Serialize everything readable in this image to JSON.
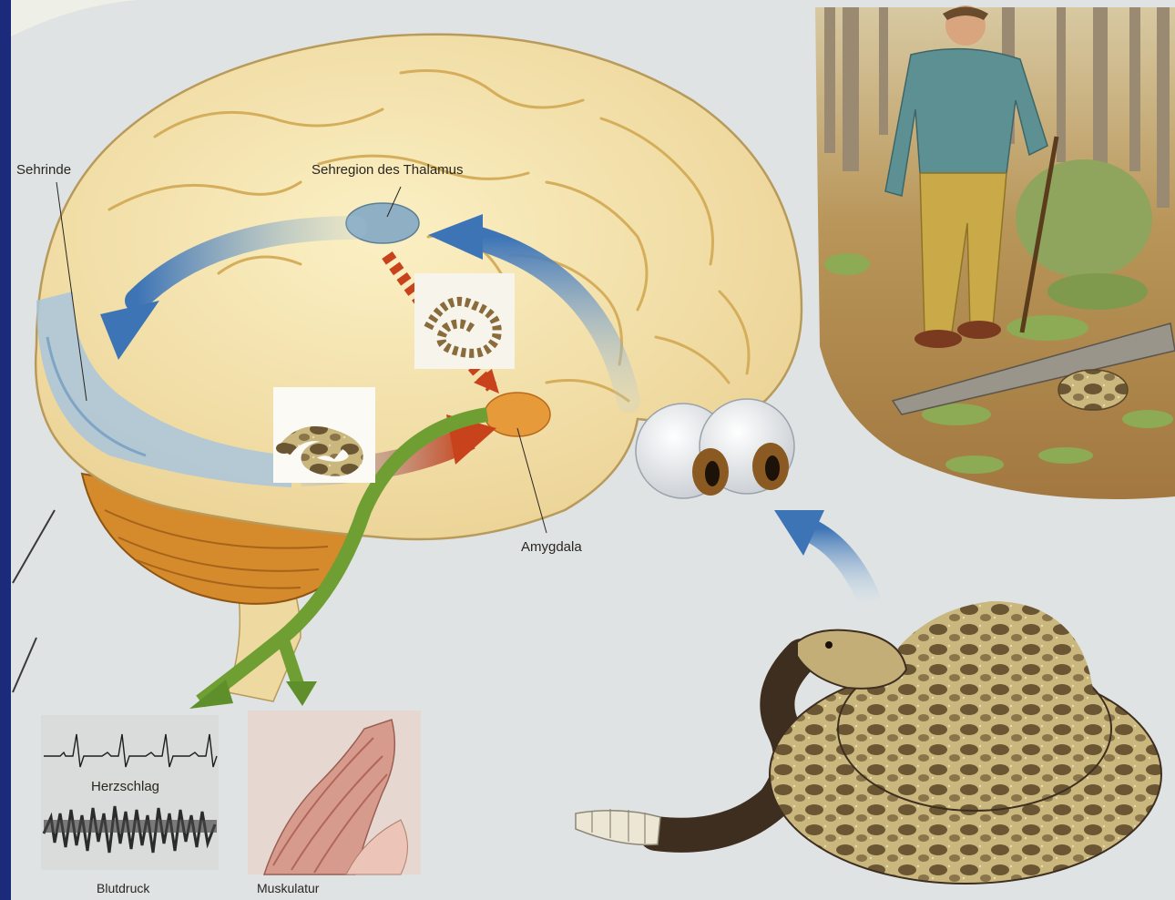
{
  "labels": {
    "visual_cortex": "Sehrinde",
    "thalamus": "Sehregion des Thalamus",
    "amygdala": "Amygdala",
    "heartbeat": "Herzschlag",
    "blood_pressure": "Blutdruck",
    "muscles": "Muskulatur"
  },
  "colors": {
    "paper": "#dfe3e4",
    "brain": "#f3e2a4",
    "cerebellum": "#d58a2c",
    "thalamus": "#8fb0c4",
    "amygdala": "#e79a3a",
    "blue_arrow": "#3d74b6",
    "red_arrow": "#c8431c",
    "green_arrow": "#5f8f2a",
    "frame_blue": "#1b2a7a"
  }
}
